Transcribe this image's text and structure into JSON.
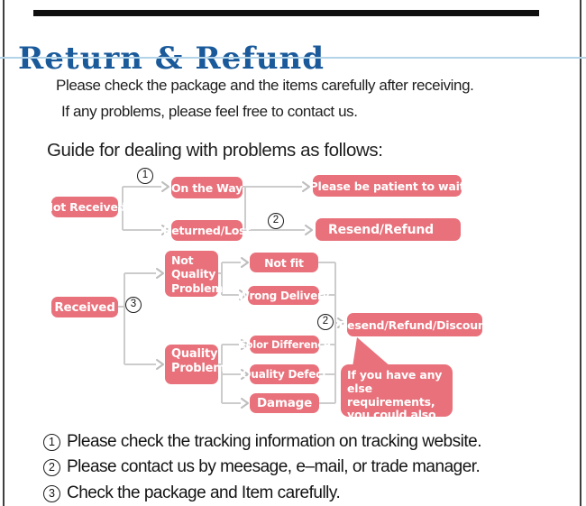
{
  "header": {
    "title": "Return & Refund"
  },
  "intro": {
    "line1": "Please check the package and the items carefully after receiving.",
    "line2": "If any problems, please feel free to contact us.",
    "guide_heading": "Guide for dealing with problems as follows:"
  },
  "flowchart": {
    "nodes": {
      "not_received": "Not Received",
      "on_the_way": "On the Way",
      "returned_lost": "Returned/Lost",
      "please_wait": "Please be patient to wait",
      "resend_refund": "Resend/Refund",
      "received": "Received",
      "not_quality_problem": "Not Quality Problem",
      "quality_problem": "Quality Problem",
      "not_fit": "Not fit",
      "wrong_delivery": "Wrong Delivery",
      "color_difference": "Color Difference",
      "quality_defect": "Quality Defect",
      "damage": "Damage",
      "resend_refund_discount": "Resend/Refund/Discount",
      "note_bubble": "If you have any else requirements, you could also tell us!"
    },
    "markers": {
      "step1": "1",
      "step2": "2",
      "step3": "3"
    },
    "colors": {
      "node_pink": "#e8717b",
      "connector_gray": "#cccccc"
    }
  },
  "footnotes": [
    {
      "num": "1",
      "text": "Please check the tracking information on tracking website."
    },
    {
      "num": "2",
      "text": "Please contact us by meesage, e–mail, or trade manager."
    },
    {
      "num": "3",
      "text": "Check the package and Item carefully."
    }
  ],
  "theme": {
    "title_blue": "#1a5a9b",
    "underline_blue": "#b3d4e8",
    "top_bar_black": "#0f0f0f"
  }
}
